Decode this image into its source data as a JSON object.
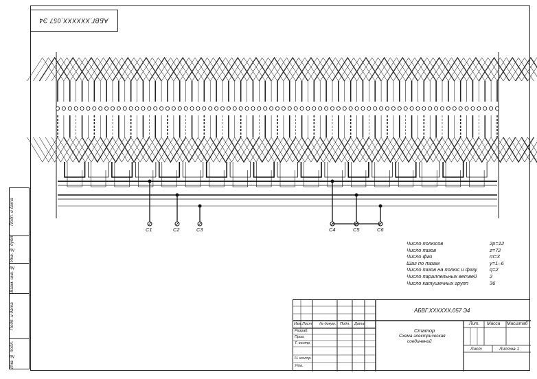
{
  "stamp": {
    "code_inverted": "АБВГ.ХХХХХХ.057 Э4"
  },
  "side_block": {
    "cells": [
      "Подп. и дата",
      "Инв. № дубл.",
      "Взам. инв. №",
      "Подп. и дата",
      "Инв. № подл."
    ]
  },
  "diagram": {
    "terminals": [
      {
        "name": "C1",
        "label": "C1"
      },
      {
        "name": "C2",
        "label": "C2"
      },
      {
        "name": "C3",
        "label": "C3"
      },
      {
        "name": "C4",
        "label": "C4"
      },
      {
        "name": "C5",
        "label": "C5"
      },
      {
        "name": "C6",
        "label": "C6"
      }
    ]
  },
  "specs": [
    {
      "label": "Число полюсов",
      "value": "2p=12"
    },
    {
      "label": "Число пазов",
      "value": "z=72"
    },
    {
      "label": "Число фаз",
      "value": "m=3"
    },
    {
      "label": "Шаг по пазам",
      "value": "y=1–6"
    },
    {
      "label": "Число пазов на полюс и фазу",
      "value": "q=2"
    },
    {
      "label": "Число параллельных ветвей",
      "value": "2"
    },
    {
      "label": "Число катушечных групп",
      "value": "36"
    }
  ],
  "title_block": {
    "code": "АБВГ.ХХХХХХ.057 Э4",
    "product": "Статор",
    "doc_title_1": "Схема электрическая",
    "doc_title_2": "соединений",
    "col_izm": "Изм.",
    "col_list": "Лист",
    "col_ndokum": "№ докум.",
    "col_podp": "Подп.",
    "col_data": "Дата",
    "row_razrab": "Разраб.",
    "row_prov": "Пров.",
    "row_tkontr": "Т. контр.",
    "row_nkontr": "Н. контр.",
    "row_utv": "Утв.",
    "lit": "Лит.",
    "massa": "Масса",
    "masshtab": "Масштаб",
    "list": "Лист",
    "listov": "Листов 1"
  }
}
